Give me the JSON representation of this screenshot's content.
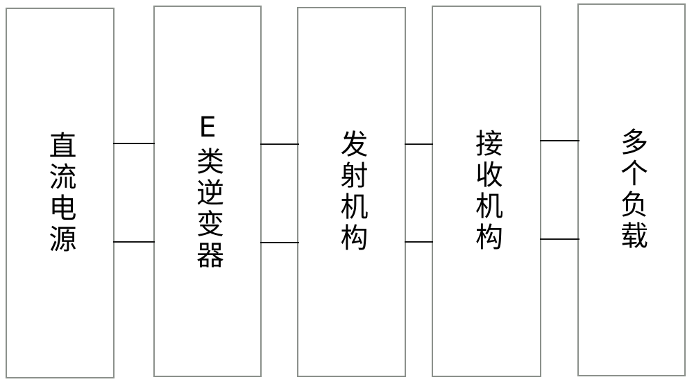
{
  "diagram": {
    "type": "block-diagram",
    "blocks": [
      {
        "id": "dc-power-source",
        "label": "直流电源"
      },
      {
        "id": "class-e-inverter",
        "label": "E类逆变器"
      },
      {
        "id": "transmit-mechanism",
        "label": "发射机构"
      },
      {
        "id": "receive-mechanism",
        "label": "接收机构"
      },
      {
        "id": "multiple-loads",
        "label": "多个负载"
      }
    ],
    "connections": [
      {
        "from": "直流电源",
        "to": "E类逆变器",
        "lines": 2
      },
      {
        "from": "E类逆变器",
        "to": "发射机构",
        "lines": 2
      },
      {
        "from": "发射机构",
        "to": "接收机构",
        "lines": 2
      },
      {
        "from": "接收机构",
        "to": "多个负载",
        "lines": 2
      }
    ],
    "colors": {
      "background": "#ffffff",
      "box_border": "#8b908b",
      "connector": "#141414",
      "text": "#000000"
    }
  }
}
